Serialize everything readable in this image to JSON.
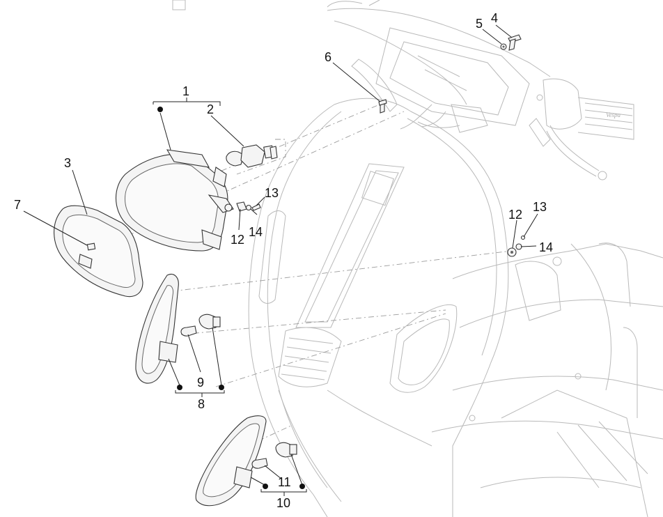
{
  "callouts": {
    "c1": "1",
    "c2": "2",
    "c3": "3",
    "c4": "4",
    "c5": "5",
    "c6": "6",
    "c7": "7",
    "c8": "8",
    "c9": "9",
    "c10": "10",
    "c11": "11",
    "c12a": "12",
    "c12b": "12",
    "c13a": "13",
    "c13b": "13",
    "c14a": "14",
    "c14b": "14"
  },
  "grip_logo_text": "Vespa"
}
